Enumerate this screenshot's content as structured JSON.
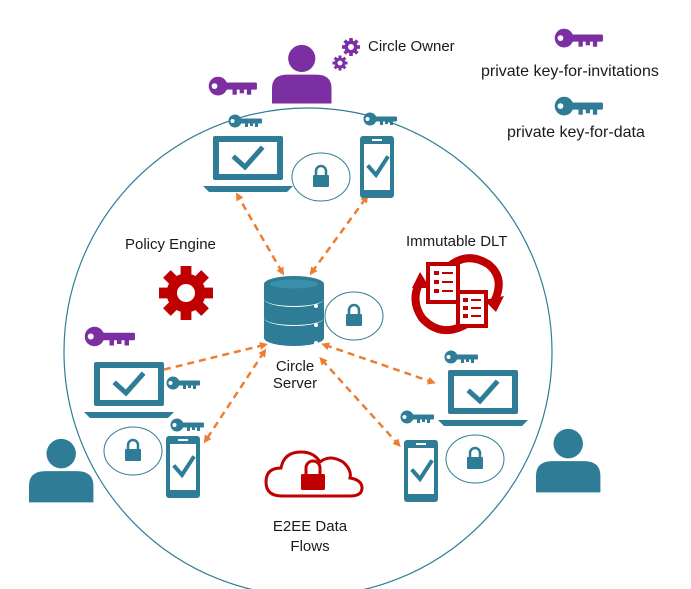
{
  "labels": {
    "circle_owner": "Circle Owner",
    "policy_engine": "Policy Engine",
    "immutable_dlt": "Immutable DLT",
    "circle_server_line1": "Circle",
    "circle_server_line2": "Server",
    "e2ee_line1": "E2EE Data",
    "e2ee_line2": "Flows"
  },
  "legend": {
    "invitations_key": "private key-for-invitations",
    "data_key": "private key-for-data"
  },
  "colors": {
    "purple": "#7b2fa3",
    "teal": "#2f7c96",
    "red": "#c00000",
    "orange": "#ed7d31",
    "circle": "#2f7c96"
  },
  "icons": [
    "user-icon",
    "key-icon",
    "laptop-icon",
    "phone-icon",
    "lock-icon",
    "gear-icon",
    "database-icon",
    "cloud-lock-icon",
    "ledger-icon"
  ]
}
